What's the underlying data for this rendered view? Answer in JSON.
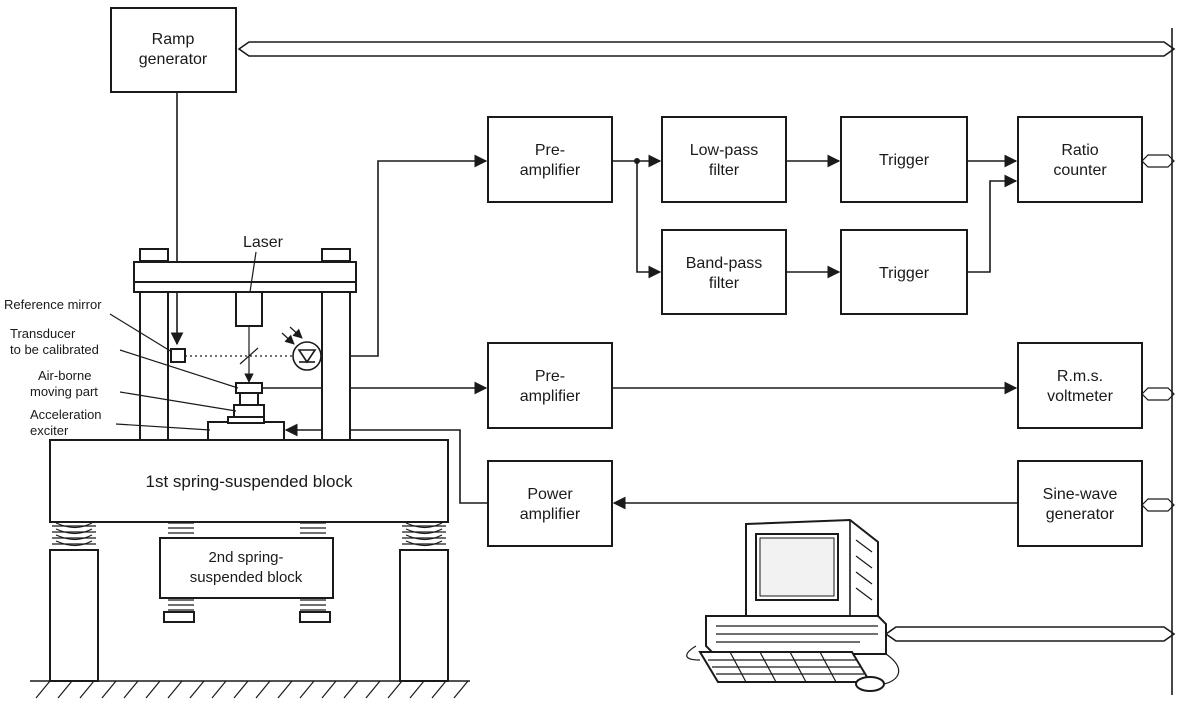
{
  "blocks": {
    "ramp_generator": [
      "Ramp",
      "generator"
    ],
    "preamp_1": [
      "Pre-",
      "amplifier"
    ],
    "low_pass_filter": [
      "Low-pass",
      "filter"
    ],
    "trigger_1": [
      "Trigger"
    ],
    "ratio_counter": [
      "Ratio",
      "counter"
    ],
    "band_pass_filter": [
      "Band-pass",
      "filter"
    ],
    "trigger_2": [
      "Trigger"
    ],
    "preamp_2": [
      "Pre-",
      "amplifier"
    ],
    "rms_voltmeter": [
      "R.m.s.",
      "voltmeter"
    ],
    "power_amplifier": [
      "Power",
      "amplifier"
    ],
    "sine_wave_generator": [
      "Sine-wave",
      "generator"
    ]
  },
  "mechanical": {
    "laser": "Laser",
    "reference_mirror": "Reference mirror",
    "transducer": [
      "Transducer",
      "to be calibrated"
    ],
    "air_borne": [
      "Air-borne",
      "moving part"
    ],
    "acceleration_exciter": [
      "Acceleration",
      "exciter"
    ],
    "block_1": "1st spring-suspended block",
    "block_2": [
      "2nd spring-",
      "suspended block"
    ]
  },
  "colors": {
    "ink": "#1a1a1a",
    "paper": "#ffffff"
  },
  "icons": [
    "photodetector-icon",
    "computer-icon",
    "bus-icon",
    "spring-icon",
    "ground-hatch-icon"
  ]
}
